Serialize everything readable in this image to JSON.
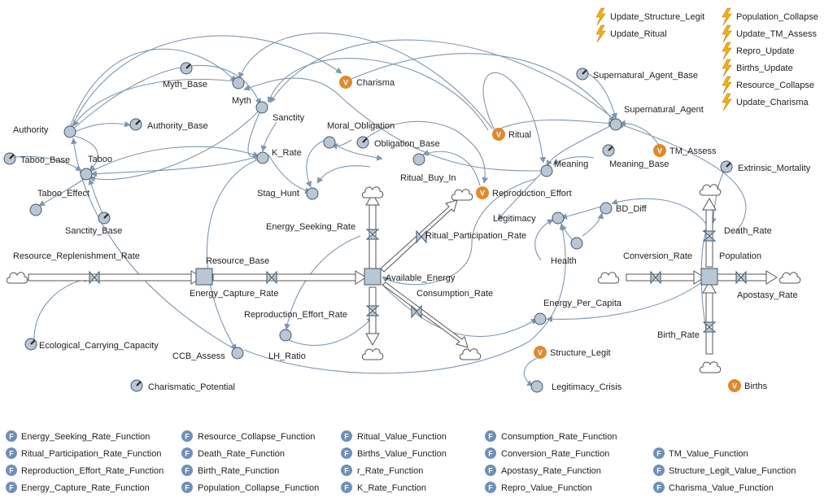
{
  "stocks": [
    {
      "id": "resource_base",
      "label": "Resource_Base"
    },
    {
      "id": "available_energy",
      "label": "Available_Energy"
    },
    {
      "id": "population",
      "label": "Population"
    }
  ],
  "flows": [
    {
      "id": "resource_replenishment_rate",
      "label": "Resource_Replenishment_Rate"
    },
    {
      "id": "energy_capture_rate",
      "label": "Energy_Capture_Rate"
    },
    {
      "id": "energy_seeking_rate",
      "label": "Energy_Seeking_Rate"
    },
    {
      "id": "ritual_participation_rate",
      "label": "Ritual_Participation_Rate"
    },
    {
      "id": "consumption_rate",
      "label": "Consumption_Rate"
    },
    {
      "id": "reproduction_effort_rate",
      "label": "Reproduction_Effort_Rate"
    },
    {
      "id": "conversion_rate",
      "label": "Conversion_Rate"
    },
    {
      "id": "apostasy_rate",
      "label": "Apostasy_Rate"
    },
    {
      "id": "death_rate",
      "label": "Death_Rate"
    },
    {
      "id": "birth_rate",
      "label": "Birth_Rate"
    }
  ],
  "auxiliaries": [
    {
      "id": "myth",
      "label": "Myth"
    },
    {
      "id": "sanctity",
      "label": "Sanctity"
    },
    {
      "id": "authority",
      "label": "Authority"
    },
    {
      "id": "taboo",
      "label": "Taboo"
    },
    {
      "id": "taboo_effect",
      "label": "Taboo_Effect"
    },
    {
      "id": "k_rate",
      "label": "K_Rate"
    },
    {
      "id": "moral_obligation",
      "label": "Moral_Obligation"
    },
    {
      "id": "stag_hunt",
      "label": "Stag_Hunt"
    },
    {
      "id": "ritual_buy_in",
      "label": "Ritual_Buy_In"
    },
    {
      "id": "meaning",
      "label": "Meaning"
    },
    {
      "id": "supernatural_agent",
      "label": "Supernatural_Agent"
    },
    {
      "id": "legitimacy",
      "label": "Legitimacy"
    },
    {
      "id": "bd_diff",
      "label": "BD_Diff"
    },
    {
      "id": "health",
      "label": "Health"
    },
    {
      "id": "energy_per_capita",
      "label": "Energy_Per_Capita"
    },
    {
      "id": "legitimacy_crisis",
      "label": "Legitimacy_Crisis"
    },
    {
      "id": "lh_ratio",
      "label": "LH_Ratio"
    },
    {
      "id": "ccb_assess",
      "label": "CCB_Assess"
    }
  ],
  "parameters": [
    {
      "id": "myth_base",
      "label": "Myth_Base"
    },
    {
      "id": "authority_base",
      "label": "Authority_Base"
    },
    {
      "id": "taboo_base",
      "label": "Taboo_Base"
    },
    {
      "id": "sanctity_base",
      "label": "Sanctity_Base"
    },
    {
      "id": "obligation_base",
      "label": "Obligation_Base"
    },
    {
      "id": "meaning_base",
      "label": "Meaning_Base"
    },
    {
      "id": "supernatural_agent_base",
      "label": "Supernatural_Agent_Base"
    },
    {
      "id": "extrinsic_mortality",
      "label": "Extrinsic_Mortality"
    },
    {
      "id": "ecological_carrying_capacity",
      "label": "Ecological_Carrying_Capacity"
    },
    {
      "id": "charismatic_potential",
      "label": "Charismatic_Potential"
    }
  ],
  "values": [
    {
      "id": "charisma",
      "label": "Charisma",
      "badge": "V"
    },
    {
      "id": "ritual",
      "label": "Ritual",
      "badge": "V"
    },
    {
      "id": "tm_assess",
      "label": "TM_Assess",
      "badge": "V"
    },
    {
      "id": "reproduction_effort",
      "label": "Reproduction_Effort",
      "badge": "V"
    },
    {
      "id": "structure_legit",
      "label": "Structure_Legit",
      "badge": "V"
    },
    {
      "id": "births",
      "label": "Births",
      "badge": "V"
    }
  ],
  "actions": [
    {
      "id": "update_structure_legit",
      "label": "Update_Structure_Legit"
    },
    {
      "id": "update_ritual",
      "label": "Update_Ritual"
    },
    {
      "id": "population_collapse",
      "label": "Population_Collapse"
    },
    {
      "id": "update_tm_assess",
      "label": "Update_TM_Assess"
    },
    {
      "id": "repro_update",
      "label": "Repro_Update"
    },
    {
      "id": "births_update",
      "label": "Births_Update"
    },
    {
      "id": "resource_collapse",
      "label": "Resource_Collapse"
    },
    {
      "id": "update_charisma",
      "label": "Update_Charisma"
    }
  ],
  "functions": [
    {
      "id": "f1",
      "label": "Energy_Seeking_Rate_Function",
      "badge": "F"
    },
    {
      "id": "f2",
      "label": "Ritual_Participation_Rate_Function",
      "badge": "F"
    },
    {
      "id": "f3",
      "label": "Reproduction_Effort_Rate_Function",
      "badge": "F"
    },
    {
      "id": "f4",
      "label": "Energy_Capture_Rate_Function",
      "badge": "F"
    },
    {
      "id": "f5",
      "label": "Resource_Collapse_Function",
      "badge": "F"
    },
    {
      "id": "f6",
      "label": "Death_Rate_Function",
      "badge": "F"
    },
    {
      "id": "f7",
      "label": "Birth_Rate_Function",
      "badge": "F"
    },
    {
      "id": "f8",
      "label": "Population_Collapse_Function",
      "badge": "F"
    },
    {
      "id": "f9",
      "label": "Ritual_Value_Function",
      "badge": "F"
    },
    {
      "id": "f10",
      "label": "Births_Value_Function",
      "badge": "F"
    },
    {
      "id": "f11",
      "label": "r_Rate_Function",
      "badge": "F"
    },
    {
      "id": "f12",
      "label": "K_Rate_Function",
      "badge": "F"
    },
    {
      "id": "f13",
      "label": "Consumption_Rate_Function",
      "badge": "F"
    },
    {
      "id": "f14",
      "label": "Conversion_Rate_Function",
      "badge": "F"
    },
    {
      "id": "f15",
      "label": "Apostasy_Rate_Function",
      "badge": "F"
    },
    {
      "id": "f16",
      "label": "Repro_Value_Function",
      "badge": "F"
    },
    {
      "id": "f17",
      "label": "TM_Value_Function",
      "badge": "F"
    },
    {
      "id": "f18",
      "label": "Structure_Legit_Value_Function",
      "badge": "F"
    },
    {
      "id": "f19",
      "label": "Charisma_Value_Function",
      "badge": "F"
    }
  ],
  "colors": {
    "arc": "#7f96ad",
    "aux": "#b9c6d3",
    "node_stroke": "#44566a",
    "value_badge": "#e08a2e",
    "function_badge": "#6f8fb8",
    "action_bolt": "#f2b118"
  }
}
